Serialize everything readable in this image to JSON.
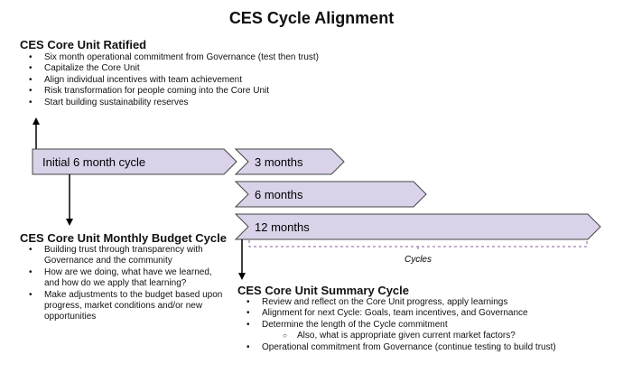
{
  "title": "CES Cycle Alignment",
  "ratified": {
    "heading": "CES Core Unit Ratified",
    "items": [
      "Six month operational commitment from Governance (test then trust)",
      "Capitalize the Core Unit",
      "Align individual incentives with team achievement",
      "Risk transformation for people coming into the Core Unit",
      "Start building sustainability reserves"
    ]
  },
  "cycles": {
    "initial": "Initial 6 month cycle",
    "three": "3 months",
    "six": "6 months",
    "twelve": "12 months",
    "brace_label": "Cycles"
  },
  "monthly": {
    "heading": "CES Core Unit Monthly Budget Cycle",
    "items": [
      "Building trust through transparency with Governance and the community",
      "How are we doing, what have we learned, and how do we apply that learning?",
      "Make adjustments to the budget based upon progress, market conditions and/or new opportunities"
    ]
  },
  "summary": {
    "heading": "CES Core Unit Summary Cycle",
    "items": [
      "Review and reflect on the Core Unit progress, apply learnings",
      "Alignment for next Cycle: Goals, team incentives, and Governance",
      "Determine the length of the Cycle commitment",
      "Also, what is appropriate given current market factors?",
      "Operational commitment from Governance (continue testing to build trust)"
    ]
  },
  "colors": {
    "arrow_fill": "#d9d2e9",
    "arrow_stroke": "#444444",
    "brace": "#8e5ea2"
  }
}
